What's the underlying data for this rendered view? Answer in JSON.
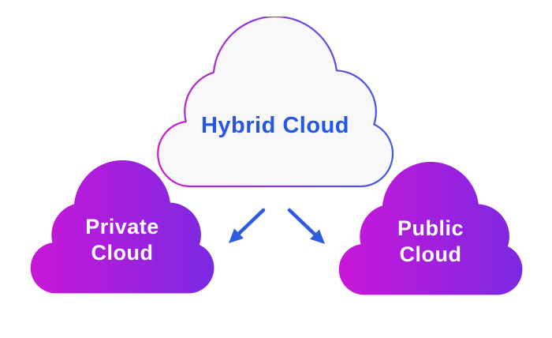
{
  "background": "#ffffff",
  "nodes": {
    "hybrid": {
      "label": "Hybrid Cloud"
    },
    "private": {
      "line1": "Private",
      "line2": "Cloud"
    },
    "public": {
      "line1": "Public",
      "line2": "Cloud"
    }
  },
  "arrows": [
    {
      "name": "hybrid-to-private",
      "direction": "down-left"
    },
    {
      "name": "hybrid-to-public",
      "direction": "down-right"
    }
  ],
  "colors": {
    "background": "#ffffff",
    "hybrid_fill": "#f8f8fa",
    "hybrid_text": "#2557e2",
    "outline_gradient_start": "#c91ed1",
    "outline_gradient_end": "#3f5be0",
    "cloud_gradient_start": "#ca16d8",
    "cloud_gradient_end": "#7b29e2",
    "arrow": "#2e5be0",
    "label_text": "#ffffff"
  }
}
